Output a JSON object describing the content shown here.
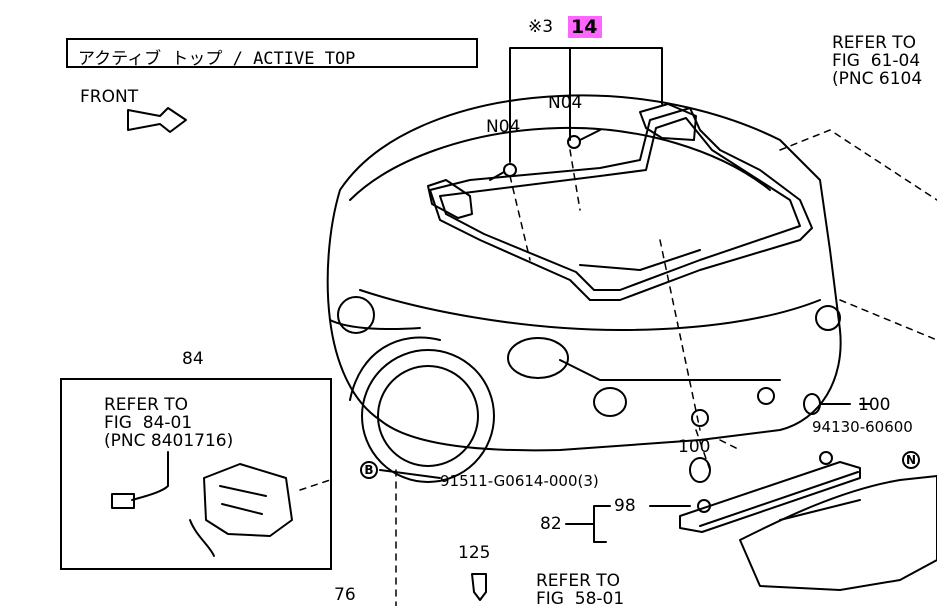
{
  "title": "アクティブ トップ / ACTIVE TOP",
  "front_label": "FRONT",
  "callout_top": {
    "mark": "※3",
    "number": "14",
    "highlight_color": "#ff66ff"
  },
  "n04_labels": [
    "N04",
    "N04"
  ],
  "refer_top_right": {
    "line1": "REFER TO",
    "line2": "FIG  61-04",
    "line3": "(PNC 6104"
  },
  "inset": {
    "number": "84",
    "line1": "REFER TO",
    "line2": "FIG  84-01",
    "line3": "(PNC 8401716)"
  },
  "parts": {
    "p100a": "100",
    "p100b": "100",
    "p94130": "94130-60600",
    "p91511": "91511-G0614-000(3)",
    "p98": "98",
    "p82": "82",
    "p125": "125",
    "p76": "76",
    "marker_b": "B",
    "marker_n": "N"
  },
  "refer_bottom": {
    "line1": "REFER TO",
    "line2": "FIG  58-01"
  }
}
